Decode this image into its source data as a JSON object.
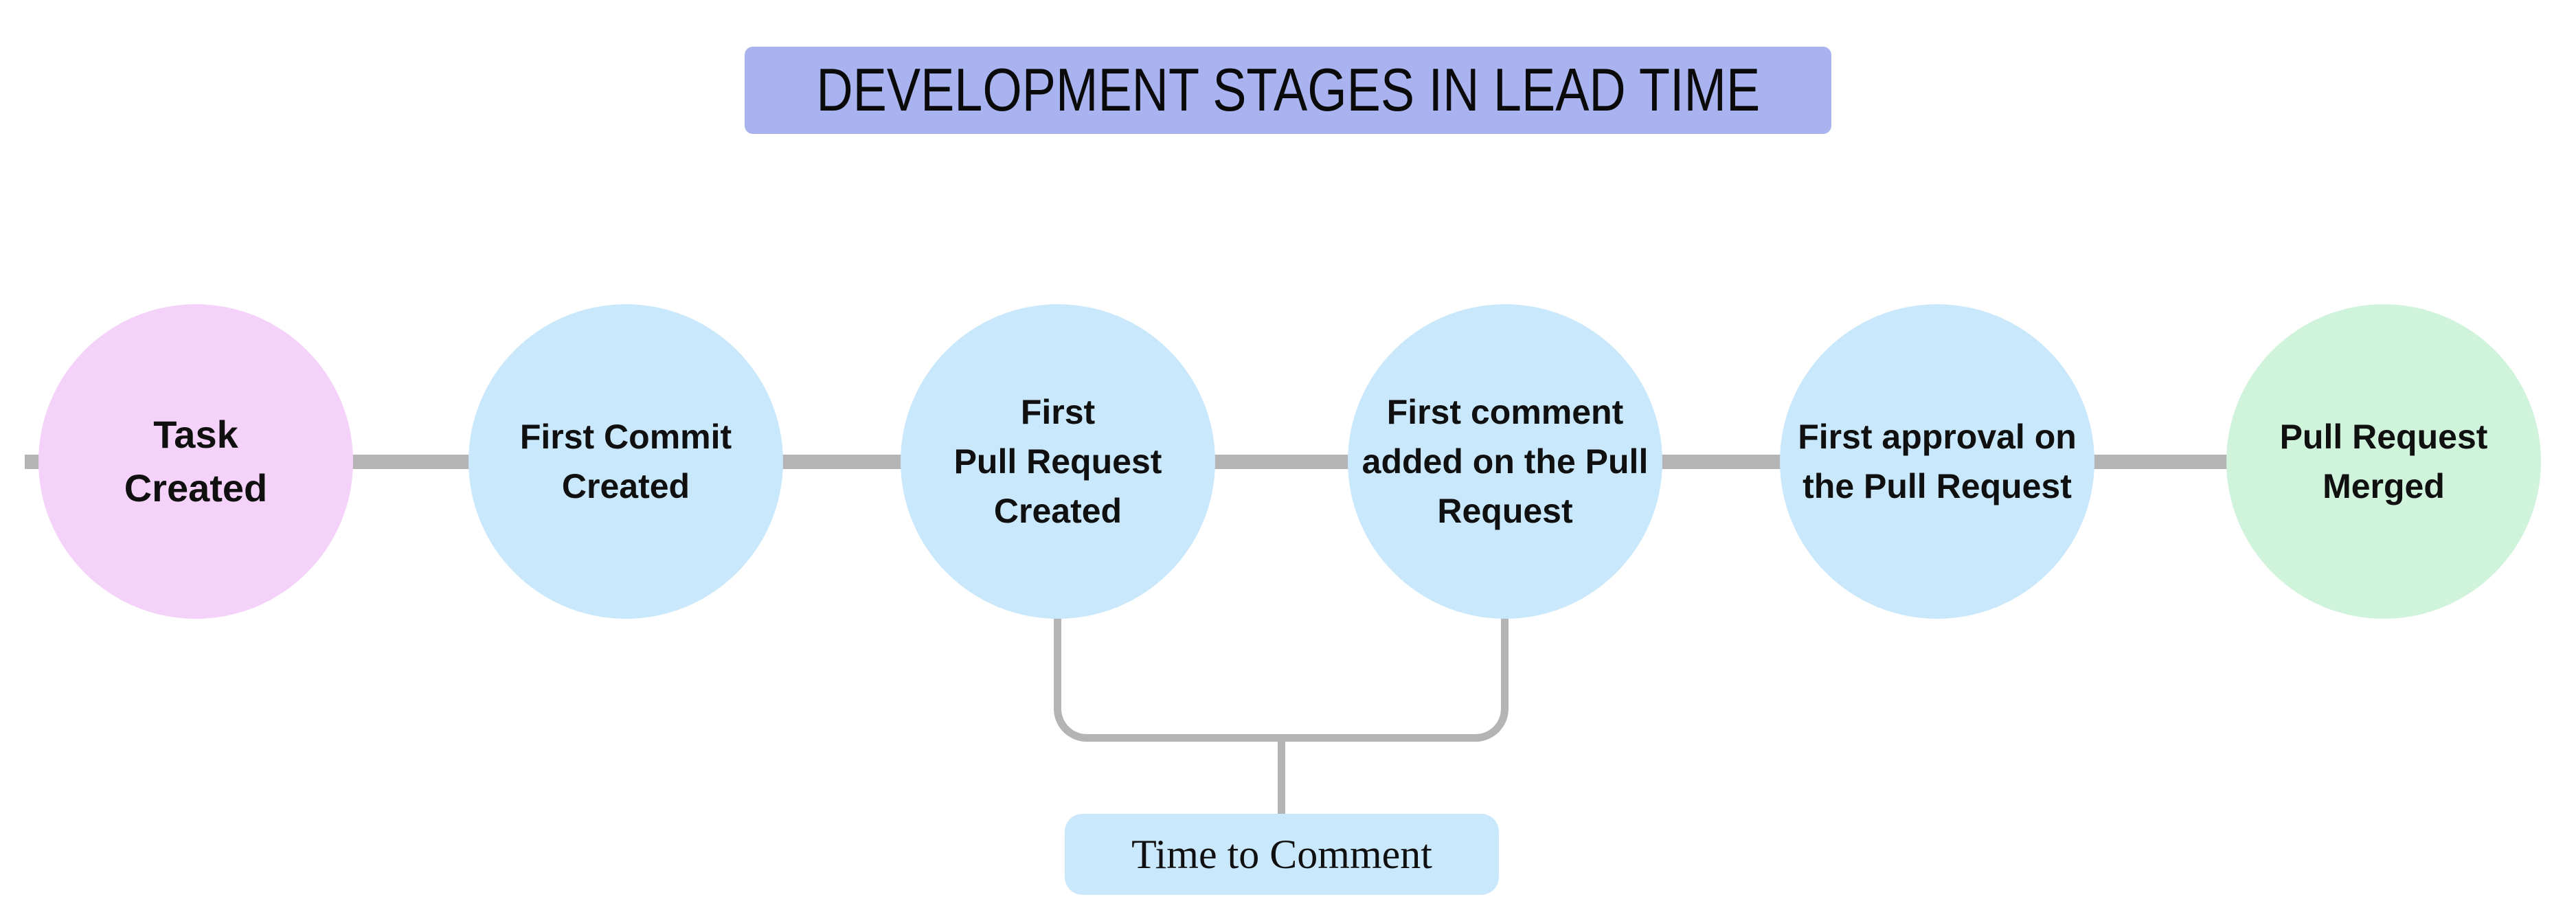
{
  "title": {
    "text": "DEVELOPMENT STAGES IN LEAD TIME",
    "bg": "#A9B3F0"
  },
  "colors": {
    "connector": "#B4B4B4",
    "stage_blue": "#C9E8FB",
    "stage_pink": "#F5D2F9",
    "stage_green": "#CFF4DB",
    "text": "#101010"
  },
  "stages": [
    {
      "id": "task-created",
      "lines": [
        "Task",
        "Created"
      ],
      "color": "#F5D2F9"
    },
    {
      "id": "first-commit",
      "lines": [
        "First Commit",
        "Created"
      ],
      "color": "#C9E8FB"
    },
    {
      "id": "first-pull-request",
      "lines": [
        "First",
        "Pull Request",
        "Created"
      ],
      "color": "#C9E8FB"
    },
    {
      "id": "first-comment",
      "lines": [
        "First comment",
        "added on the Pull",
        "Request"
      ],
      "color": "#C9E8FB"
    },
    {
      "id": "first-approval",
      "lines": [
        "First approval on",
        "the Pull Request"
      ],
      "color": "#C9E8FB"
    },
    {
      "id": "pull-request-merged",
      "lines": [
        "Pull Request",
        "Merged"
      ],
      "color": "#CFF4DB"
    }
  ],
  "annotation": {
    "label": "Time to Comment",
    "bg": "#C9E8FB",
    "from_stage": "First Pull Request Created",
    "to_stage": "First comment added on the Pull Request"
  }
}
